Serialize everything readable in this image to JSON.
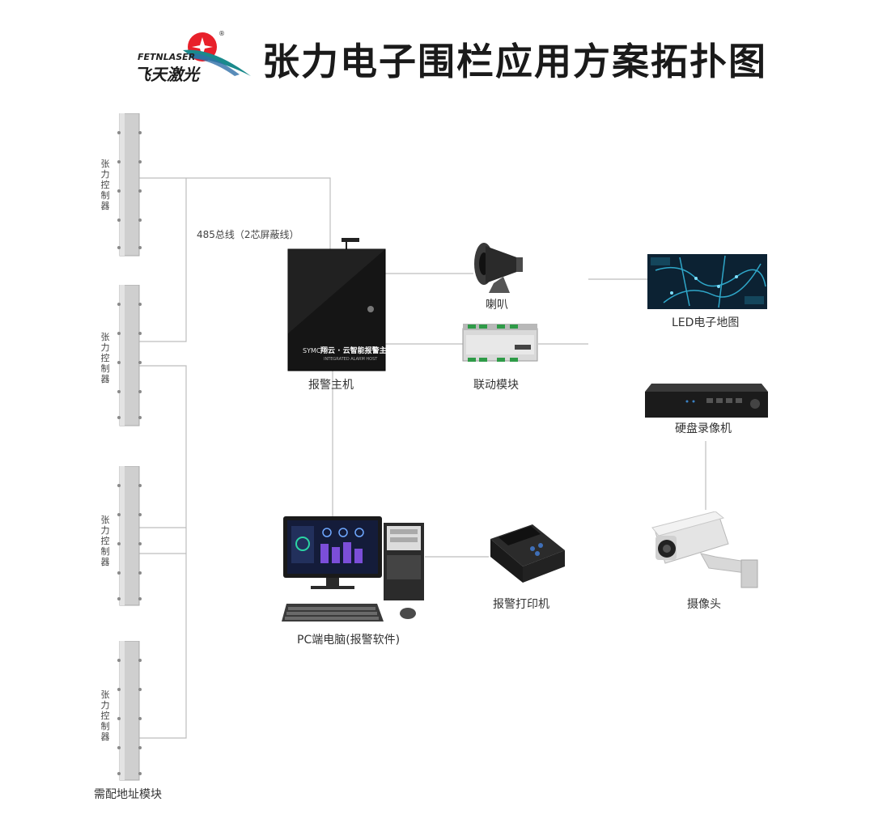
{
  "header": {
    "logo_en": "FETNLASER",
    "logo_cn": "飞天激光",
    "logo_reg": "®",
    "title": "张力电子围栏应用方案拓扑图"
  },
  "diagram": {
    "bus_label": "485总线（2芯屏蔽线）",
    "controllers": [
      {
        "label": "张力控制器"
      },
      {
        "label": "张力控制器"
      },
      {
        "label": "张力控制器"
      },
      {
        "label": "张力控制器"
      }
    ],
    "address_module_label": "需配地址模块",
    "alarm_host": {
      "label": "报警主机",
      "panel_text": "翔云 · 云智能报警主机",
      "panel_sub": "INTEGRATED ALARM HOST",
      "brand": "SYMC"
    },
    "speaker": {
      "label": "喇叭"
    },
    "linkage_module": {
      "label": "联动模块"
    },
    "led_map": {
      "label": "LED电子地图"
    },
    "nvr": {
      "label": "硬盘录像机"
    },
    "pc": {
      "label": "PC端电脑(报警软件)"
    },
    "printer": {
      "label": "报警打印机"
    },
    "camera": {
      "label": "摄像头"
    }
  },
  "colors": {
    "line": "#bbbbbb",
    "post": "#c9c9c9",
    "host": "#151515",
    "logo_red": "#e8202a",
    "logo_teal": "#1a8a8c"
  }
}
